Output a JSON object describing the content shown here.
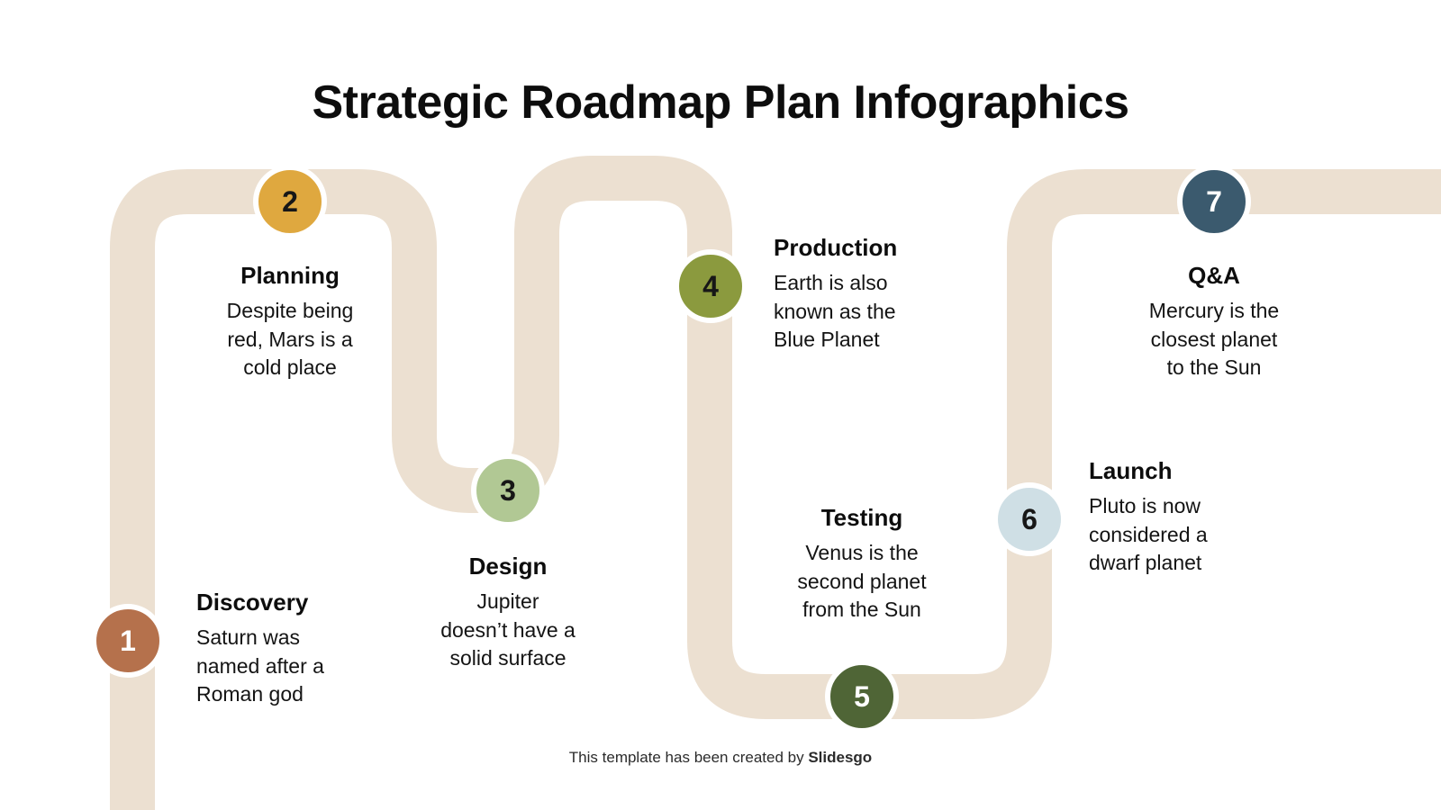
{
  "page": {
    "title": "Strategic Roadmap Plan Infographics",
    "background": "#ffffff"
  },
  "road": {
    "color": "#ece0d1",
    "thickness": 50,
    "outline_color": "#ffffff"
  },
  "steps": [
    {
      "number": "1",
      "heading": "Discovery",
      "description": "Saturn was\nnamed after a\nRoman god",
      "circle_color": "#b5714c",
      "number_color": "#ffffff"
    },
    {
      "number": "2",
      "heading": "Planning",
      "description": "Despite being\nred, Mars is a\ncold place",
      "circle_color": "#dfa83f",
      "number_color": "#171717"
    },
    {
      "number": "3",
      "heading": "Design",
      "description": "Jupiter\ndoesn’t have a\nsolid surface",
      "circle_color": "#b1c894",
      "number_color": "#171717"
    },
    {
      "number": "4",
      "heading": "Production",
      "description": "Earth is also\nknown as the\nBlue Planet",
      "circle_color": "#8b9a3e",
      "number_color": "#171717"
    },
    {
      "number": "5",
      "heading": "Testing",
      "description": "Venus is the\nsecond planet\nfrom the Sun",
      "circle_color": "#4f6536",
      "number_color": "#ffffff"
    },
    {
      "number": "6",
      "heading": "Launch",
      "description": "Pluto is now\nconsidered a\ndwarf planet",
      "circle_color": "#cfdfe5",
      "number_color": "#171717"
    },
    {
      "number": "7",
      "heading": "Q&A",
      "description": "Mercury is the\nclosest planet\nto the Sun",
      "circle_color": "#3b5a6e",
      "number_color": "#ffffff"
    }
  ],
  "footer": {
    "text": "This template has been created by ",
    "brand": "Slidesgo"
  }
}
